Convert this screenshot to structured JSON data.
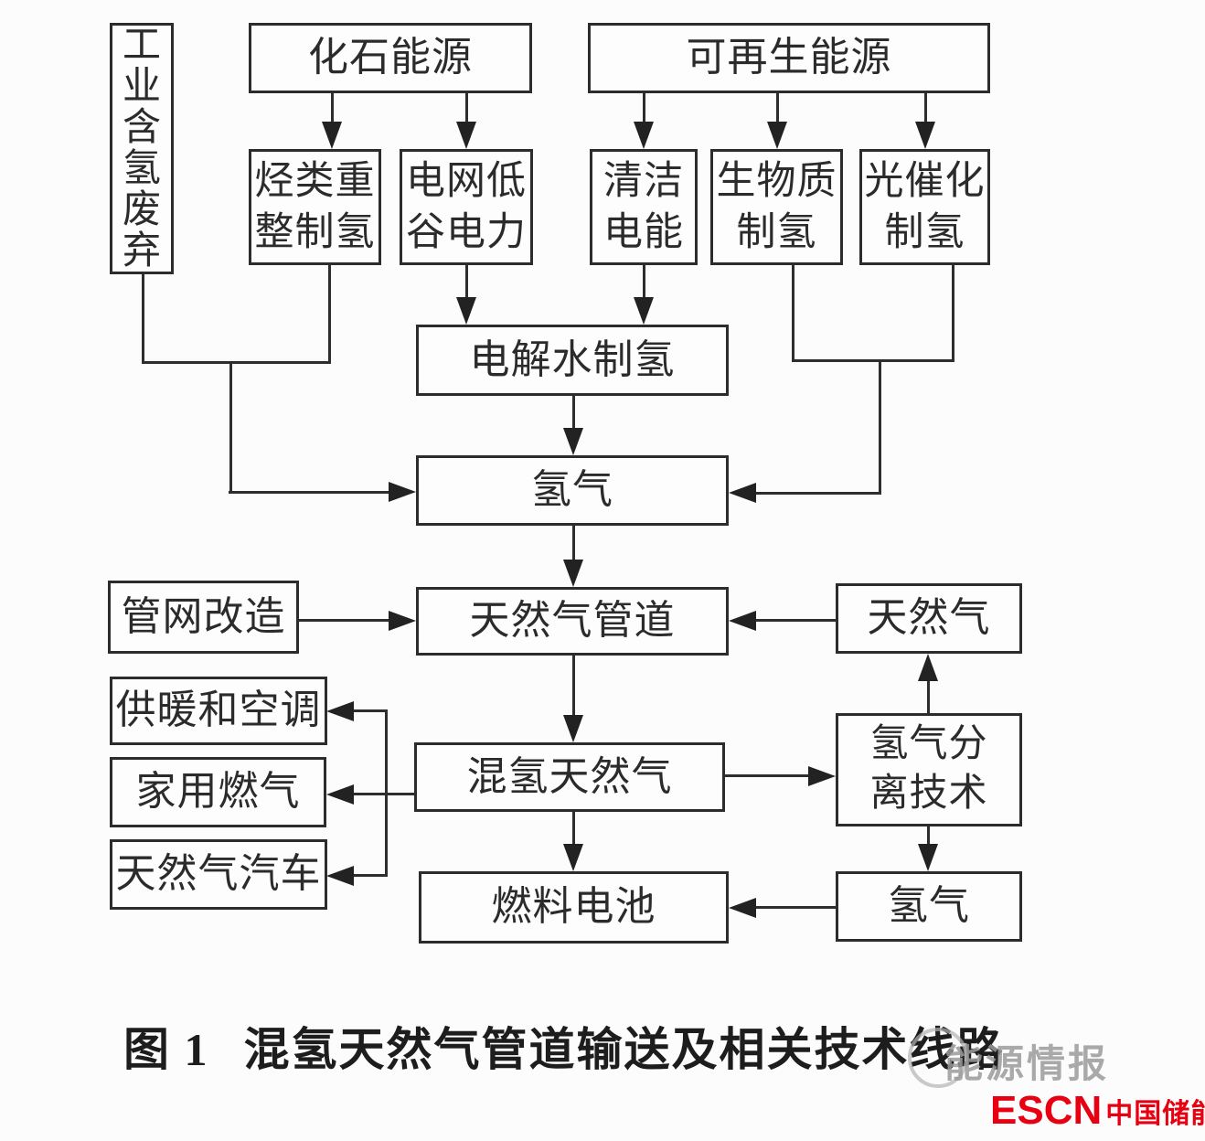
{
  "figure": {
    "caption_label": "图 1",
    "caption_title": "混氢天然气管道输送及相关技术线路"
  },
  "nodes": {
    "industrial_waste": "工业含氢废弃",
    "fossil_energy": "化石能源",
    "renewable_energy": "可再生能源",
    "hydrocarbon_reforming": "烃类重整制氢",
    "grid_valley_power": "电网低谷电力",
    "clean_electricity": "清洁电能",
    "biomass_hydrogen": "生物质制氢",
    "photocatalytic_hydrogen": "光催化制氢",
    "water_electrolysis": "电解水制氢",
    "hydrogen": "氢气",
    "pipeline_retrofit": "管网改造",
    "natural_gas_pipeline": "天然气管道",
    "natural_gas": "天然气",
    "heating_ac": "供暖和空调",
    "hydrogen_blended_ng": "混氢天然气",
    "hydrogen_separation": "氢气分离技术",
    "household_gas": "家用燃气",
    "ng_vehicle": "天然气汽车",
    "fuel_cell": "燃料电池",
    "hydrogen_out": "氢气"
  },
  "watermark": {
    "text": "能源情报"
  },
  "branding": {
    "wordmark": "ESCN",
    "site_name": "中国储能网",
    "color": "#e60012"
  }
}
